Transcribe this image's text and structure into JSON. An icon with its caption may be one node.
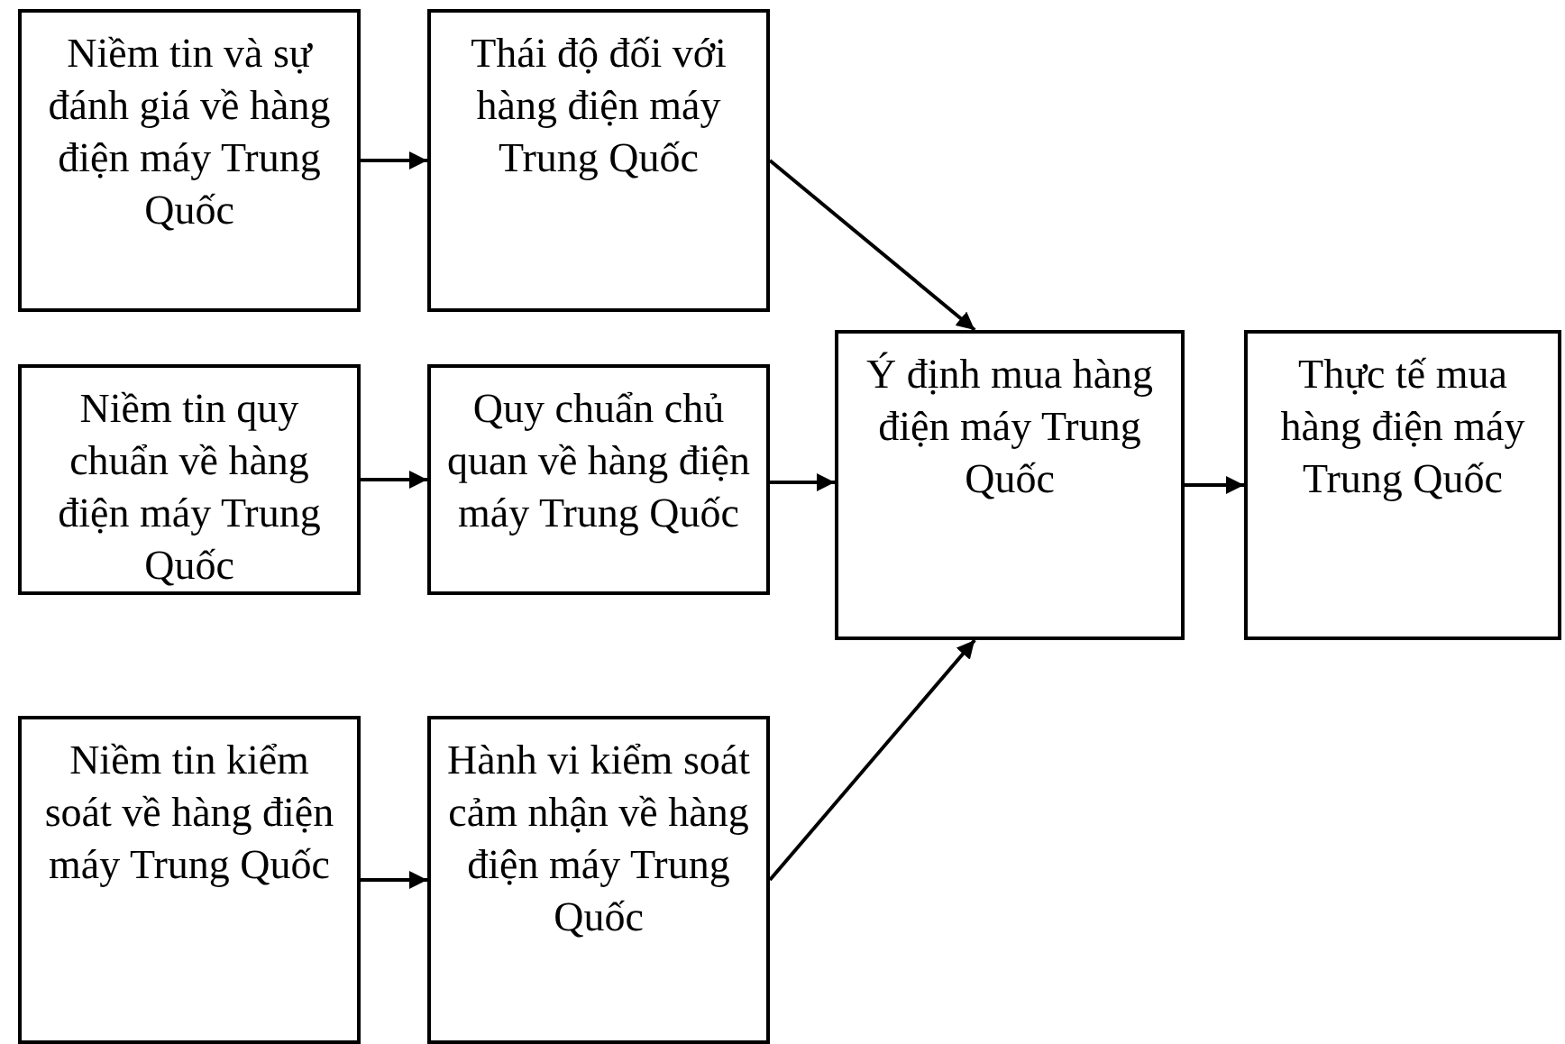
{
  "diagram": {
    "nodes": [
      {
        "text": [
          "Niềm tin và sự đánh giá về hàng điện máy Trung Quốc"
        ]
      },
      {
        "text": [
          "Thái độ đối với hàng điện máy Trung Quốc"
        ]
      },
      {
        "text": [
          "Niềm tin quy chuẩn về hàng điện máy Trung Quốc"
        ]
      },
      {
        "text": [
          "Quy chuẩn chủ quan về hàng điện máy Trung Quốc"
        ]
      },
      {
        "text": [
          "Ý định mua hàng điện máy Trung Quốc"
        ]
      },
      {
        "text": [
          "Thực tế mua hàng điện máy Trung Quốc"
        ]
      },
      {
        "text": [
          "Niềm tin kiểm soát về hàng điện máy Trung Quốc"
        ]
      },
      {
        "text": [
          "Hành vi kiểm soát cảm nhận về hàng điện máy Trung Quốc"
        ]
      }
    ],
    "edges": [
      {
        "from": 0,
        "to": 1,
        "arrow": "to"
      },
      {
        "from": 1,
        "to": 4,
        "arrow": "to"
      },
      {
        "from": 2,
        "to": 3,
        "arrow": "to"
      },
      {
        "from": 3,
        "to": 4,
        "arrow": "to"
      },
      {
        "from": 4,
        "to": 5,
        "arrow": "to"
      },
      {
        "from": 6,
        "to": 7,
        "arrow": "to"
      },
      {
        "from": 7,
        "to": 4,
        "arrow": "to"
      }
    ]
  }
}
